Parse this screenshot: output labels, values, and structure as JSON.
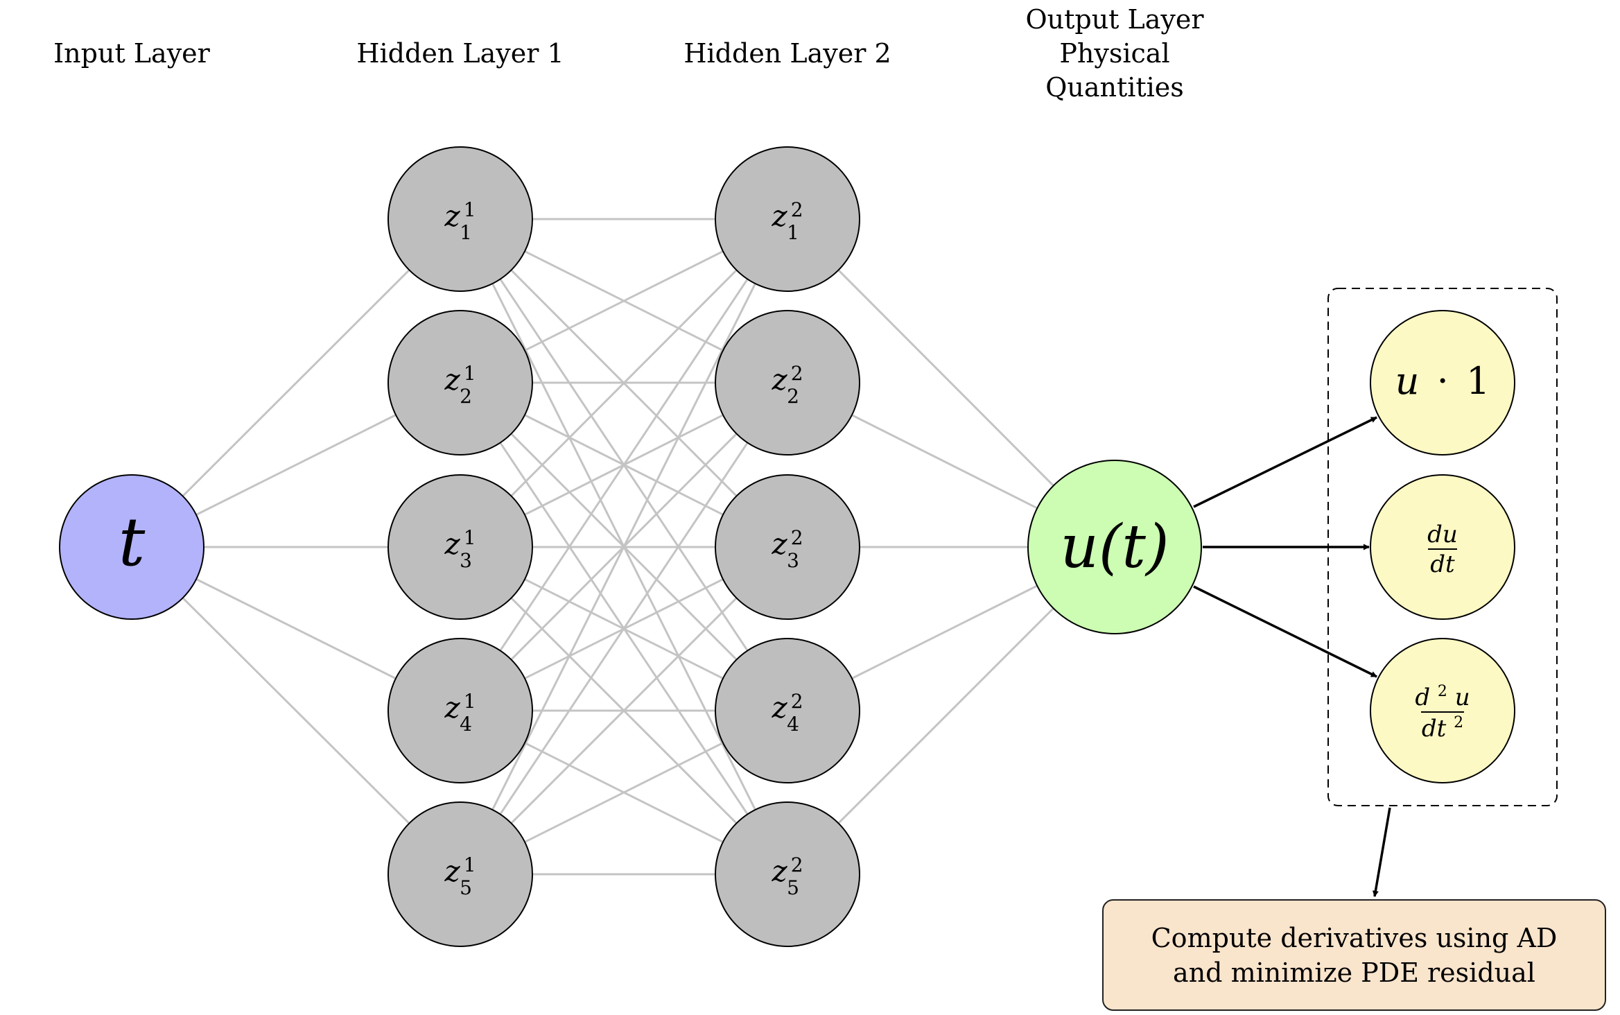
{
  "layer_titles": {
    "input": "Input Layer",
    "hidden1": "Hidden Layer 1",
    "hidden2": "Hidden Layer 2",
    "output_line1": "Output Layer",
    "physical_line1": "Physical",
    "physical_line2": "Quantities"
  },
  "input_node": {
    "label": "t"
  },
  "hidden1_nodes": [
    {
      "base": "z",
      "sup": "1",
      "sub": "1"
    },
    {
      "base": "z",
      "sup": "1",
      "sub": "2"
    },
    {
      "base": "z",
      "sup": "1",
      "sub": "3"
    },
    {
      "base": "z",
      "sup": "1",
      "sub": "4"
    },
    {
      "base": "z",
      "sup": "1",
      "sub": "5"
    }
  ],
  "hidden2_nodes": [
    {
      "base": "z",
      "sup": "2",
      "sub": "1"
    },
    {
      "base": "z",
      "sup": "2",
      "sub": "2"
    },
    {
      "base": "z",
      "sup": "2",
      "sub": "3"
    },
    {
      "base": "z",
      "sup": "2",
      "sub": "4"
    },
    {
      "base": "z",
      "sup": "2",
      "sub": "5"
    }
  ],
  "output_node": {
    "label": "u(t)"
  },
  "physical_nodes": {
    "u_times_one": {
      "u": "u",
      "dot": "·",
      "one": "1"
    },
    "first_derivative": {
      "numerator": "du",
      "denominator": "dt"
    },
    "second_derivative": {
      "num_d": "d",
      "num_exp": "2",
      "num_u": "u",
      "den_dt": "dt",
      "den_exp": "2"
    }
  },
  "summary_box": {
    "line1": "Compute derivatives using AD",
    "line2": "and minimize PDE residual"
  },
  "colors": {
    "input_fill": "#b3b3fb",
    "hidden_fill": "#bebebe",
    "output_fill": "#ccfdb3",
    "physical_fill": "#fdf9c4",
    "summary_fill": "#f9e4cc",
    "edge": "#c4c4c4",
    "arrow": "#000000"
  }
}
